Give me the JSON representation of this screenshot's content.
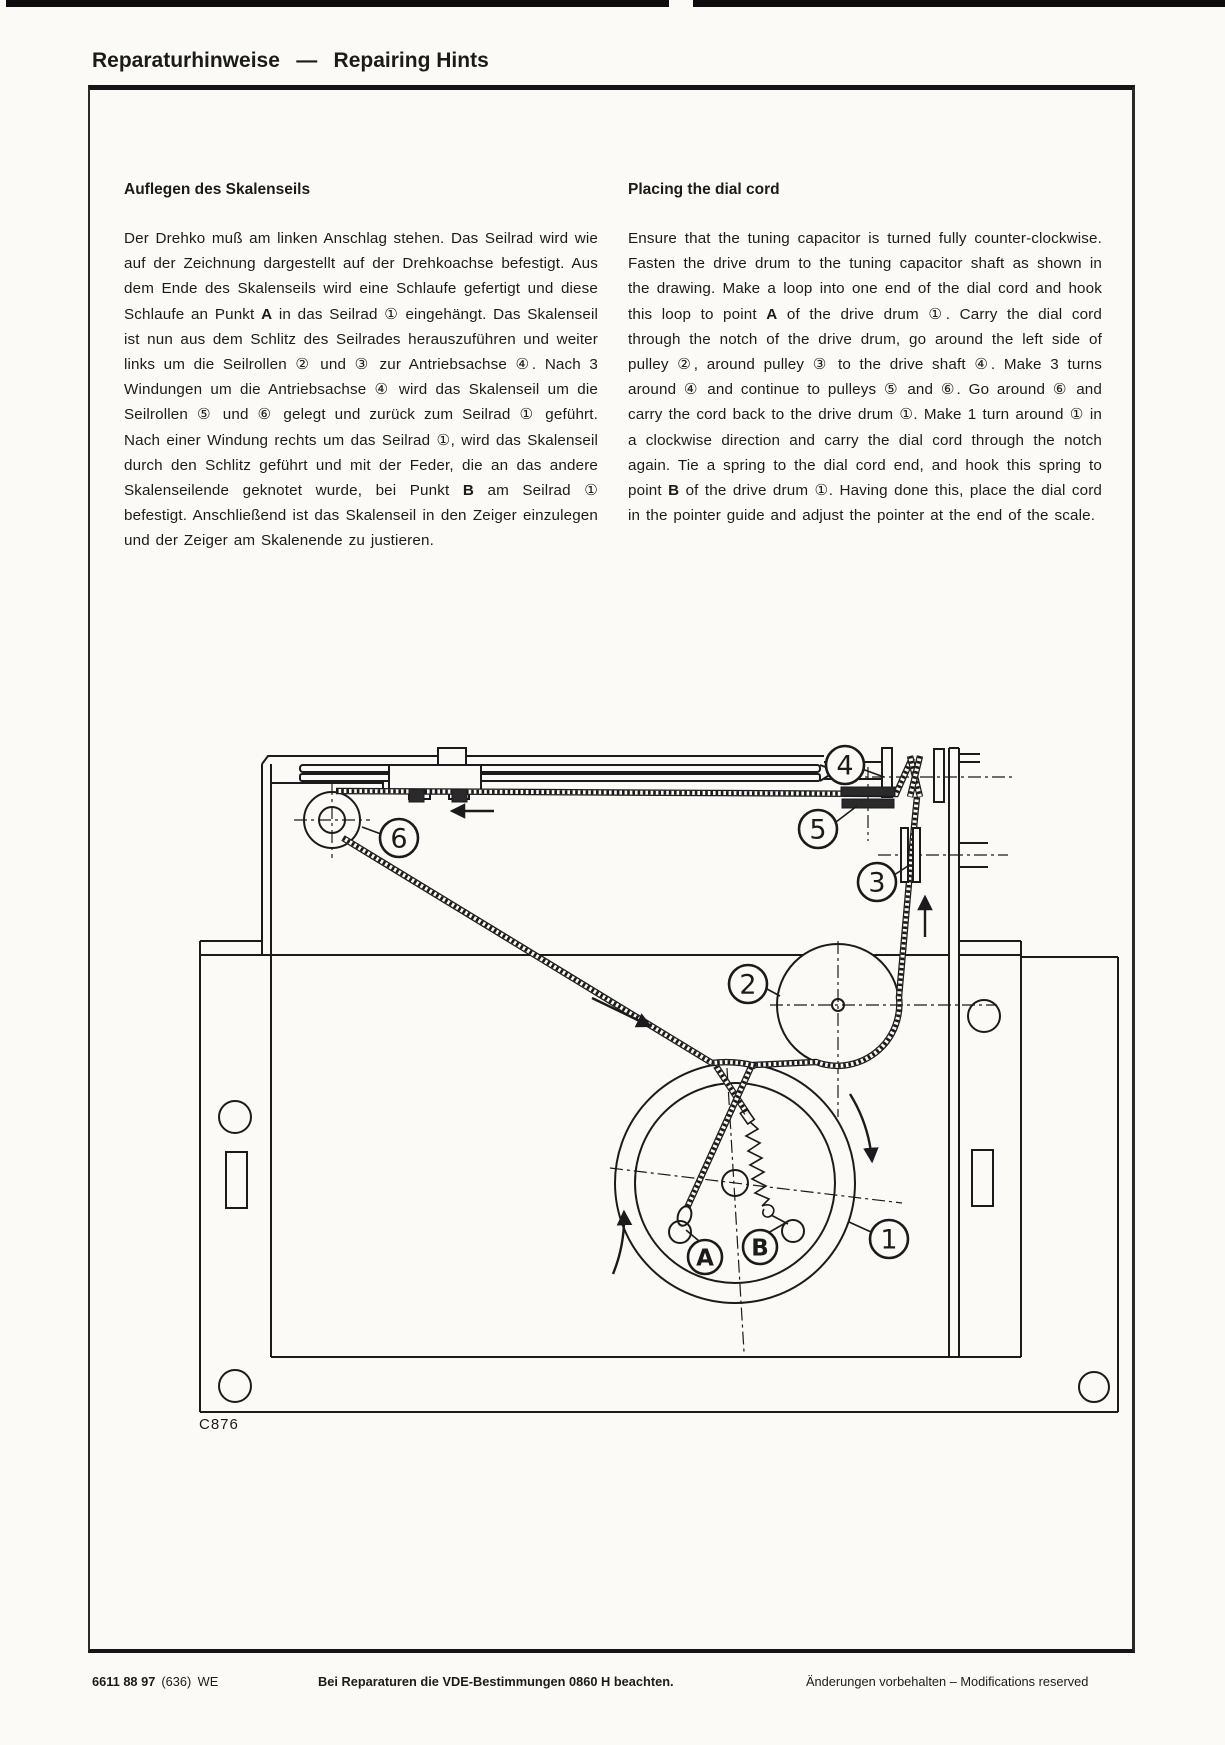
{
  "page": {
    "title": "Reparaturhinweise  —  Repairing Hints"
  },
  "sections": {
    "german": {
      "heading": "Auflegen des Skalenseils",
      "body": "Der Drehko muß am linken Anschlag stehen. Das Seilrad wird wie auf der Zeichnung dargestellt auf der Drehkoachse befestigt. Aus dem Ende des Skalenseils wird eine Schlaufe gefertigt und diese Schlaufe an Punkt **A** in das Seilrad ① eingehängt. Das Skalenseil ist nun aus dem Schlitz des Seilrades herauszuführen und weiter links um die Seilrollen ② und ③ zur Antriebsachse ④. Nach 3 Windungen um die Antriebsachse ④ wird das Skalenseil um die Seilrollen ⑤ und ⑥ gelegt und zurück zum Seilrad ① geführt. Nach einer Windung rechts um das Seilrad ①, wird das Skalenseil durch den Schlitz geführt und mit der Feder, die an das andere Skalenseilende geknotet wurde, bei Punkt **B** am Seilrad ① befestigt. Anschließend ist das Skalenseil in den Zeiger einzulegen und der Zeiger am Skalenende zu justieren."
    },
    "english": {
      "heading": "Placing the dial cord",
      "body": "Ensure that the tuning capacitor is turned fully counter-clockwise. Fasten the drive drum to the tuning capacitor shaft as shown in the drawing. Make a loop into one end of the dial cord and hook this loop to point **A** of the drive drum ①. Carry the dial cord through the notch of the drive drum, go around the left side of pulley ②, around pulley ③ to the drive shaft ④. Make 3 turns around ④ and continue to pulleys ⑤ and ⑥. Go around ⑥ and carry the cord back to the drive drum ①. Make 1 turn around ① in a clockwise direction and carry the dial cord through the notch again. Tie a spring to the dial cord end, and hook this spring to point **B** of the drive drum ①. Having done this, place the dial cord in the pointer guide and adjust the pointer at the end of the scale."
    }
  },
  "diagram": {
    "figure_code": "C876",
    "callouts": [
      "1",
      "2",
      "3",
      "4",
      "5",
      "6",
      "A",
      "B"
    ]
  },
  "footer": {
    "doc_number": "6611 88 97",
    "doc_issue": "(636) WE",
    "notice": "Bei Reparaturen die VDE-Bestimmungen 0860 H beachten.",
    "rights": "Änderungen vorbehalten – Modifications reserved"
  }
}
